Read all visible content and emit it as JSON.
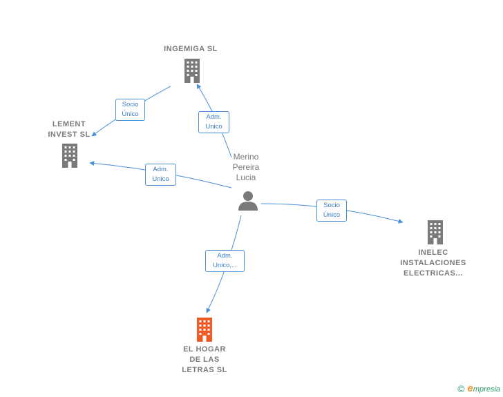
{
  "nodes": {
    "ingemiga": {
      "label": "INGEMIGA  SL",
      "icon": "building-icon",
      "color": "#7a7a7a"
    },
    "lement": {
      "label_lines": [
        "LEMENT",
        "INVEST  SL"
      ],
      "icon": "building-icon",
      "color": "#7a7a7a"
    },
    "inelec": {
      "label_lines": [
        "INELEC",
        "INSTALACIONES",
        "ELECTRICAS..."
      ],
      "icon": "building-icon",
      "color": "#7a7a7a"
    },
    "hogar": {
      "label_lines": [
        "EL HOGAR",
        "DE LAS",
        "LETRAS  SL"
      ],
      "icon": "building-icon",
      "color": "#f05a24"
    },
    "person": {
      "label_lines": [
        "Merino",
        "Pereira",
        "Lucia"
      ],
      "icon": "person-icon",
      "color": "#7a7a7a"
    }
  },
  "edges": {
    "socio_unico_lement": [
      "Socio",
      "Único"
    ],
    "adm_unico_ingemiga": [
      "Adm.",
      "Unico"
    ],
    "adm_unico_lement": [
      "Adm.",
      "Unico"
    ],
    "socio_unico_inelec": [
      "Socio",
      "Único"
    ],
    "adm_unico_hogar": [
      "Adm.",
      "Unico,..."
    ]
  },
  "colors": {
    "edge": "#4a8fd9",
    "edge_text": "#3b7dc6"
  },
  "footer": {
    "copyright": "©",
    "brand_initial": "e",
    "brand_rest": "mpresia"
  }
}
